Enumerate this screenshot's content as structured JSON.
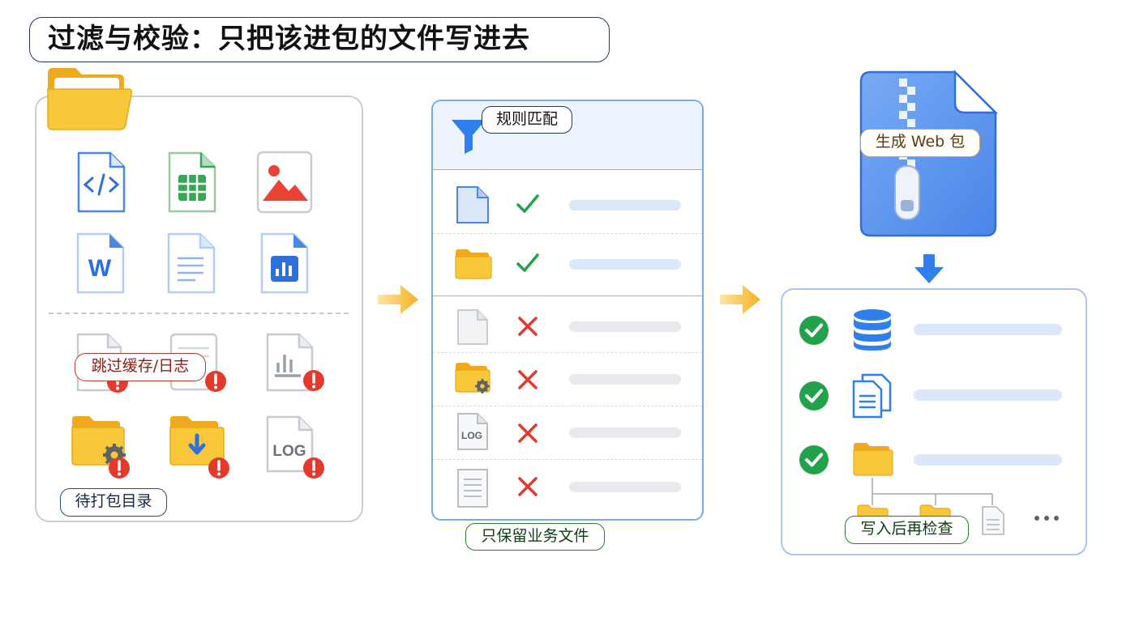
{
  "title": "过滤与校验：只把该进包的文件写进去",
  "left_panel": {
    "skip_label": "跳过缓存/日志",
    "caption": "待打包目录"
  },
  "middle_panel": {
    "header_label": "规则匹配",
    "caption": "只保留业务文件"
  },
  "right_panel": {
    "zip_label": "生成 Web 包",
    "caption": "写入后再检查"
  },
  "colors": {
    "accent_blue": "#3b82f6",
    "success_green": "#22a24a",
    "reject_red": "#e5392d",
    "folder_yellow": "#f7c531",
    "arrow_orange": "#f5b224"
  }
}
